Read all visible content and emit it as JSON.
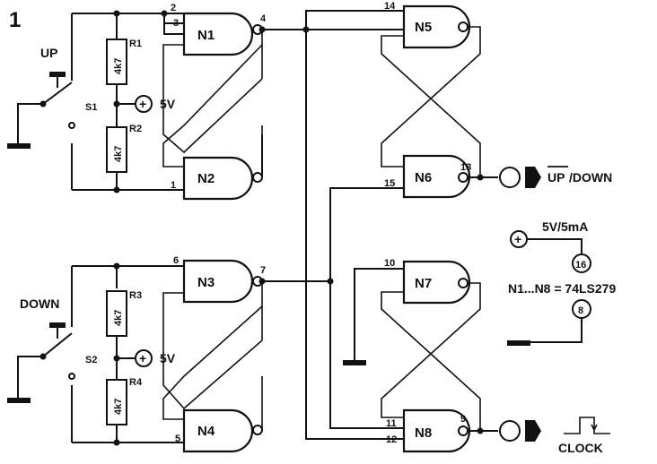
{
  "figure_number": "1",
  "gates": [
    {
      "id": "N1",
      "label": "N1"
    },
    {
      "id": "N2",
      "label": "N2"
    },
    {
      "id": "N3",
      "label": "N3"
    },
    {
      "id": "N4",
      "label": "N4"
    },
    {
      "id": "N5",
      "label": "N5"
    },
    {
      "id": "N6",
      "label": "N6"
    },
    {
      "id": "N7",
      "label": "N7"
    },
    {
      "id": "N8",
      "label": "N8"
    }
  ],
  "resistors": [
    {
      "id": "R1",
      "label": "R1",
      "value": "4k7"
    },
    {
      "id": "R2",
      "label": "R2",
      "value": "4k7"
    },
    {
      "id": "R3",
      "label": "R3",
      "value": "4k7"
    },
    {
      "id": "R4",
      "label": "R4",
      "value": "4k7"
    }
  ],
  "switches": [
    {
      "id": "S1",
      "label": "S1",
      "name": "UP"
    },
    {
      "id": "S2",
      "label": "S2",
      "name": "DOWN"
    }
  ],
  "supply_labels": {
    "top": "5V",
    "bottom": "5V",
    "ic": "5V/5mA"
  },
  "pins": [
    "1",
    "2",
    "3",
    "4",
    "5",
    "6",
    "7",
    "9",
    "10",
    "11",
    "12",
    "13",
    "14",
    "15"
  ],
  "ic_pins": {
    "vcc": "16",
    "gnd": "8"
  },
  "ic_note": "N1...N8 = 74LS279",
  "outputs": {
    "updown_over": "UP",
    "updown_rest": "/DOWN",
    "clock": "CLOCK"
  },
  "symbols": {
    "plus": "+"
  }
}
